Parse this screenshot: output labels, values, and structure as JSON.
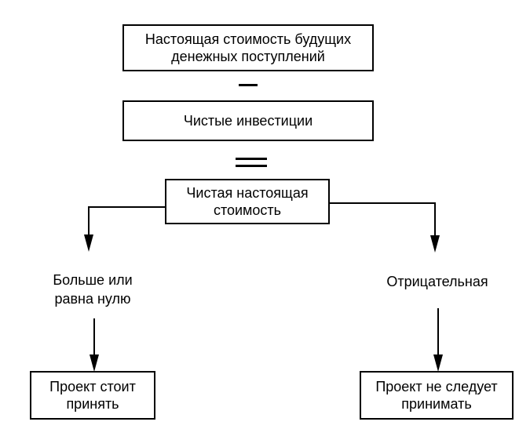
{
  "diagram": {
    "present_value_box": "Настоящая стоимость будущих денежных поступлений",
    "minus_sign": "—",
    "net_investment_box": "Чистые инвестиции",
    "equals_sign": "=",
    "npv_box": "Чистая настоящая стоимость",
    "left_branch_label": "Больше или равна нулю",
    "right_branch_label": "Отрицательная",
    "accept_box": "Проект стоит принять",
    "reject_box": "Проект не следует принимать"
  }
}
